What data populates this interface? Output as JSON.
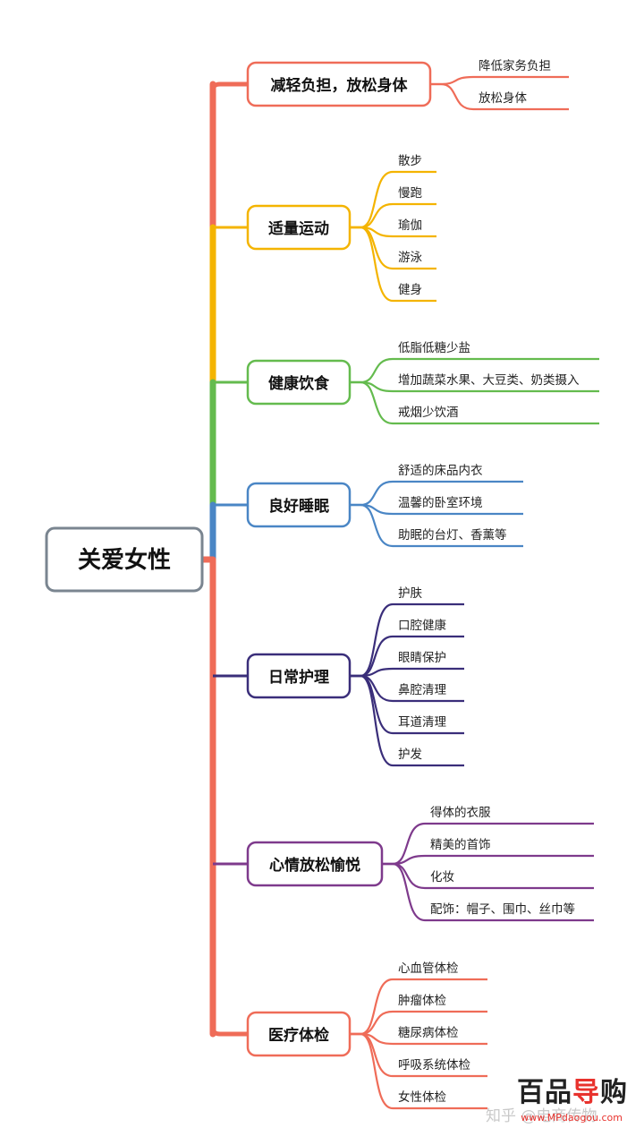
{
  "root": {
    "label": "关爱女性",
    "color": "#7a8590"
  },
  "branches": [
    {
      "label": "减轻负担，放松身体",
      "color": "#ef6c58",
      "children": [
        "降低家务负担",
        "放松身体"
      ]
    },
    {
      "label": "适量运动",
      "color": "#f4b400",
      "children": [
        "散步",
        "慢跑",
        "瑜伽",
        "游泳",
        "健身"
      ]
    },
    {
      "label": "健康饮食",
      "color": "#64bb4e",
      "children": [
        "低脂低糖少盐",
        "增加蔬菜水果、大豆类、奶类摄入",
        "戒烟少饮酒"
      ]
    },
    {
      "label": "良好睡眠",
      "color": "#4a86c5",
      "children": [
        "舒适的床品内衣",
        "温馨的卧室环境",
        "助眠的台灯、香薰等"
      ]
    },
    {
      "label": "日常护理",
      "color": "#3a2e7a",
      "children": [
        "护肤",
        "口腔健康",
        "眼睛保护",
        "鼻腔清理",
        "耳道清理",
        "护发"
      ]
    },
    {
      "label": "心情放松愉悦",
      "color": "#7e3a8c",
      "children": [
        "得体的衣服",
        "精美的首饰",
        "化妆",
        "配饰：帽子、围巾、丝巾等"
      ]
    },
    {
      "label": "医疗体检",
      "color": "#ef6c58",
      "children": [
        "心血管体检",
        "肿瘤体检",
        "糖尿病体检",
        "呼吸系统体检",
        "女性体检"
      ]
    }
  ],
  "watermark": {
    "zhihu": "知乎 @电商传物",
    "logo_a": "百品",
    "logo_b": "导",
    "logo_c": "购",
    "url": "www.MPdaogou.com"
  }
}
